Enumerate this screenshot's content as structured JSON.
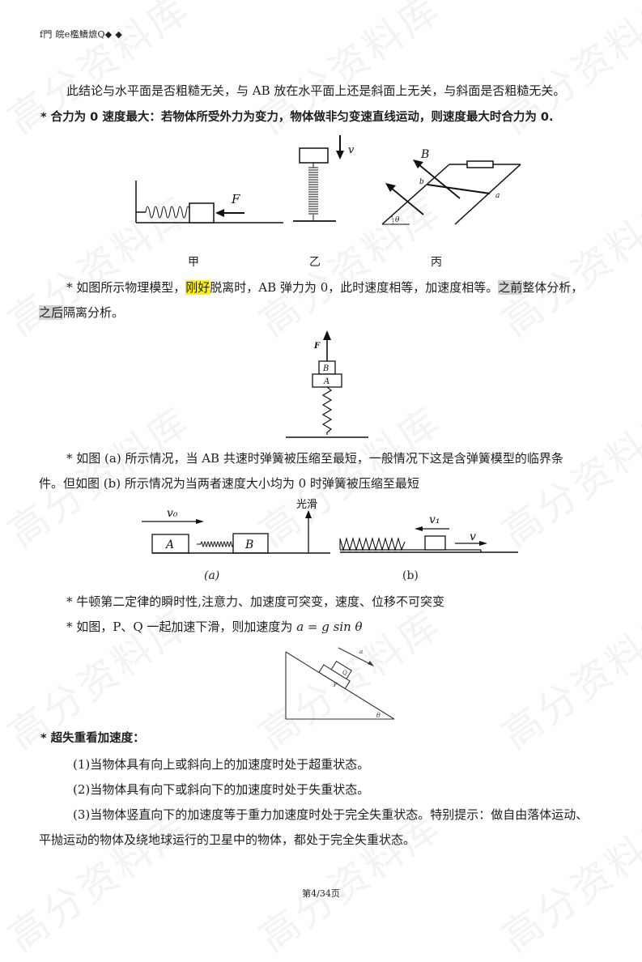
{
  "header": {
    "text": "f門  皖e檻鱎熫Q◆ ◆"
  },
  "watermark": {
    "text": "高分资料库"
  },
  "paragraphs": {
    "p1": "此结论与水平面是否粗糙无关，与 AB 放在水平面上还是斜面上无关，与斜面是否粗糙无关。",
    "p2": "* 合力为 0 速度最大：若物体所受外力为变力，物体做非匀变速直线运动，则速度最大时合力为 0.",
    "p3": {
      "prefix": "* 如图所示物理模型，",
      "highlight_yellow": "刚好",
      "middle": "脱离时，AB 弹力为 0，此时速度相等，加速度相等。",
      "highlight_gray_1": "之前",
      "after1": "整体分析，",
      "highlight_gray_2": "之后",
      "after2": "隔离分析。"
    },
    "p4_line1": "* 如图 (a) 所示情况，当 AB 共速时弹簧被压缩至最短，一般情况下这是含弹簧模型的临界条",
    "p4_line2": "件。但如图 (b) 所示情况为当两者速度大小均为 0 时弹簧被压缩至最短",
    "p5": "* 牛顿第二定律的瞬时性,注意力、加速度可突变，速度、位移不可突变",
    "p6_text": "* 如图，P、Q 一起加速下滑，则加速度为 ",
    "p6_formula": "a = g sin θ",
    "p7": "* 超失重看加速度：",
    "p8": "(1)当物体具有向上或斜向上的加速度时处于超重状态。",
    "p9": "(2)当物体具有向下或斜向下的加速度时处于失重状态。",
    "p10_line1": "(3)当物体竖直向下的加速度等于重力加速度时处于完全失重状态。特别提示：做自由落体运动、",
    "p10_line2": "平抛运动的物体及绕地球运行的卫星中的物体，都处于完全失重状态。"
  },
  "figures": {
    "fig1": {
      "captions": [
        "甲",
        "乙",
        "丙"
      ],
      "labels": {
        "force": "F",
        "velocity": "v",
        "field": "B",
        "point_b": "b",
        "point_a": "a",
        "angle": "θ"
      }
    },
    "fig2": {
      "labels": {
        "force": "F",
        "block_top": "B",
        "block_bottom": "A"
      }
    },
    "fig3": {
      "captions": [
        "(a)",
        "(b)"
      ],
      "labels": {
        "v0": "v₀",
        "block_a": "A",
        "block_b": "B",
        "smooth": "光滑",
        "v1": "v₁",
        "v": "v"
      }
    },
    "fig4": {
      "labels": {
        "block_q": "Q",
        "block_p": "P",
        "accel": "a",
        "angle": "θ"
      }
    }
  },
  "footer": {
    "page": "第4/34页"
  }
}
